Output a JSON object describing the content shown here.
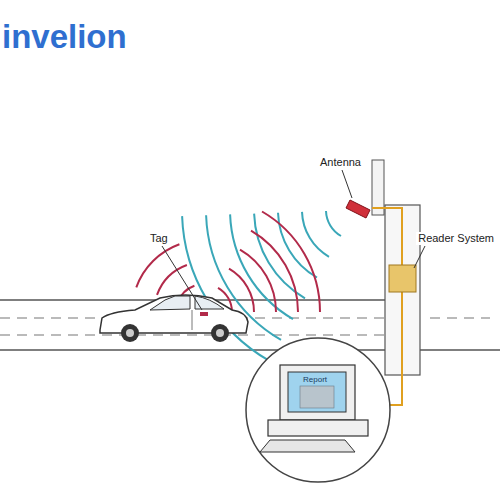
{
  "diagram": {
    "title": "invelion",
    "labels": [
      "Antenna",
      "Tag",
      "Reader System",
      "Report"
    ]
  }
}
